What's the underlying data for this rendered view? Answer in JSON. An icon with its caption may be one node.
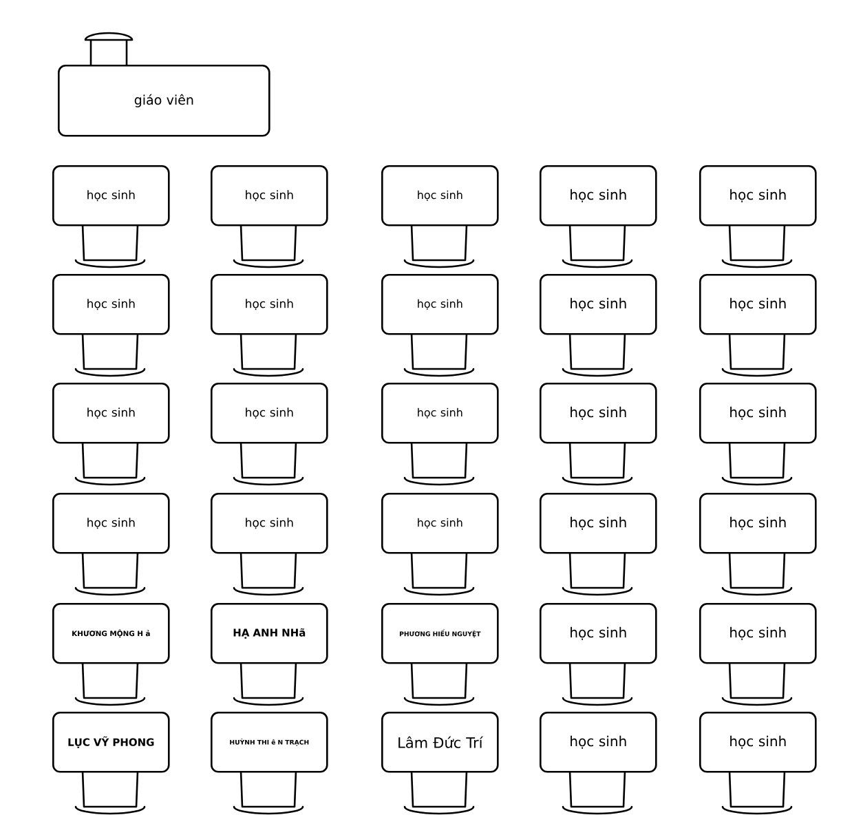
{
  "diagram": {
    "nodes": [
      {
        "text": [
          "giáo viên"
        ]
      },
      {
        "text": [
          "học sinh"
        ]
      },
      {
        "text": [
          "học sinh"
        ]
      },
      {
        "text": [
          "học sinh"
        ]
      },
      {
        "text": [
          "học sinh"
        ]
      },
      {
        "text": [
          "học sinh"
        ]
      },
      {
        "text": [
          "học sinh"
        ]
      },
      {
        "text": [
          "học sinh"
        ]
      },
      {
        "text": [
          "học sinh"
        ]
      },
      {
        "text": [
          "học sinh"
        ]
      },
      {
        "text": [
          "học sinh"
        ]
      },
      {
        "text": [
          "học sinh"
        ]
      },
      {
        "text": [
          "học sinh"
        ]
      },
      {
        "text": [
          "học sinh"
        ]
      },
      {
        "text": [
          "học sinh"
        ]
      },
      {
        "text": [
          "học sinh"
        ]
      },
      {
        "text": [
          "học sinh"
        ]
      },
      {
        "text": [
          "học sinh"
        ]
      },
      {
        "text": [
          "học sinh"
        ]
      },
      {
        "text": [
          "học sinh"
        ]
      },
      {
        "text": [
          "học sinh"
        ]
      },
      {
        "text": [
          "KHƯƠNG MỘNG H ả"
        ]
      },
      {
        "text": [
          "HẠ ANH NHã"
        ]
      },
      {
        "text": [
          "PHƯƠNG HIẾU NGUYỆT"
        ]
      },
      {
        "text": [
          "học sinh"
        ]
      },
      {
        "text": [
          "học sinh"
        ]
      },
      {
        "text": [
          "LỤC VỸ PHONG"
        ]
      },
      {
        "text": [
          "HUỲNH THI ê N TRẠCH"
        ]
      },
      {
        "text": [
          "Lâm Đức Trí"
        ]
      },
      {
        "text": [
          "học sinh"
        ]
      },
      {
        "text": [
          "học sinh"
        ]
      }
    ]
  }
}
